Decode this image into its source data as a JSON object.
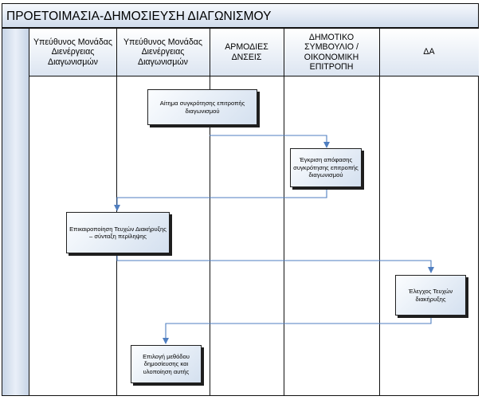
{
  "title": "ΠΡΟΕΤΟΙΜΑΣΙΑ-ΔΗΜΟΣΙΕΥΣΗ ΔΙΑΓΩΝΙΣΜΟΥ",
  "lanes": [
    "Υπεύθυνος Μονάδας Διενέργειας Διαγωνισμών",
    "Υπεύθυνος Μονάδας Διενέργειας Διαγωνισμών",
    "ΑΡΜΟΔΙΕΣ ΔΝΣΕΙΣ",
    "ΔΗΜΟΤΙΚΟ ΣΥΜΒΟΥΛΙΟ / ΟΙΚΟΝΟΜΙΚΗ ΕΠΙΤΡΟΠΗ",
    "ΔΑ"
  ],
  "steps": [
    "Αίτημα συγκρότησης επιτροπής διαγωνισμού",
    "Έγκριση απόφασης συγκρότησης επιτροπής διαγωνισμού",
    "Επικαιροποίηση Τευχών Διακήρυξης – σύνταξη περίληψης",
    "Έλεγχος Τευχών διακήρυξης",
    "Επιλογή μεθόδου δημοσίευσης και υλοποίηση αυτής"
  ],
  "colors": {
    "connector": "#4f7ec0",
    "box_fill": "#d4e0ef",
    "header_fill": "#dce5f1"
  }
}
